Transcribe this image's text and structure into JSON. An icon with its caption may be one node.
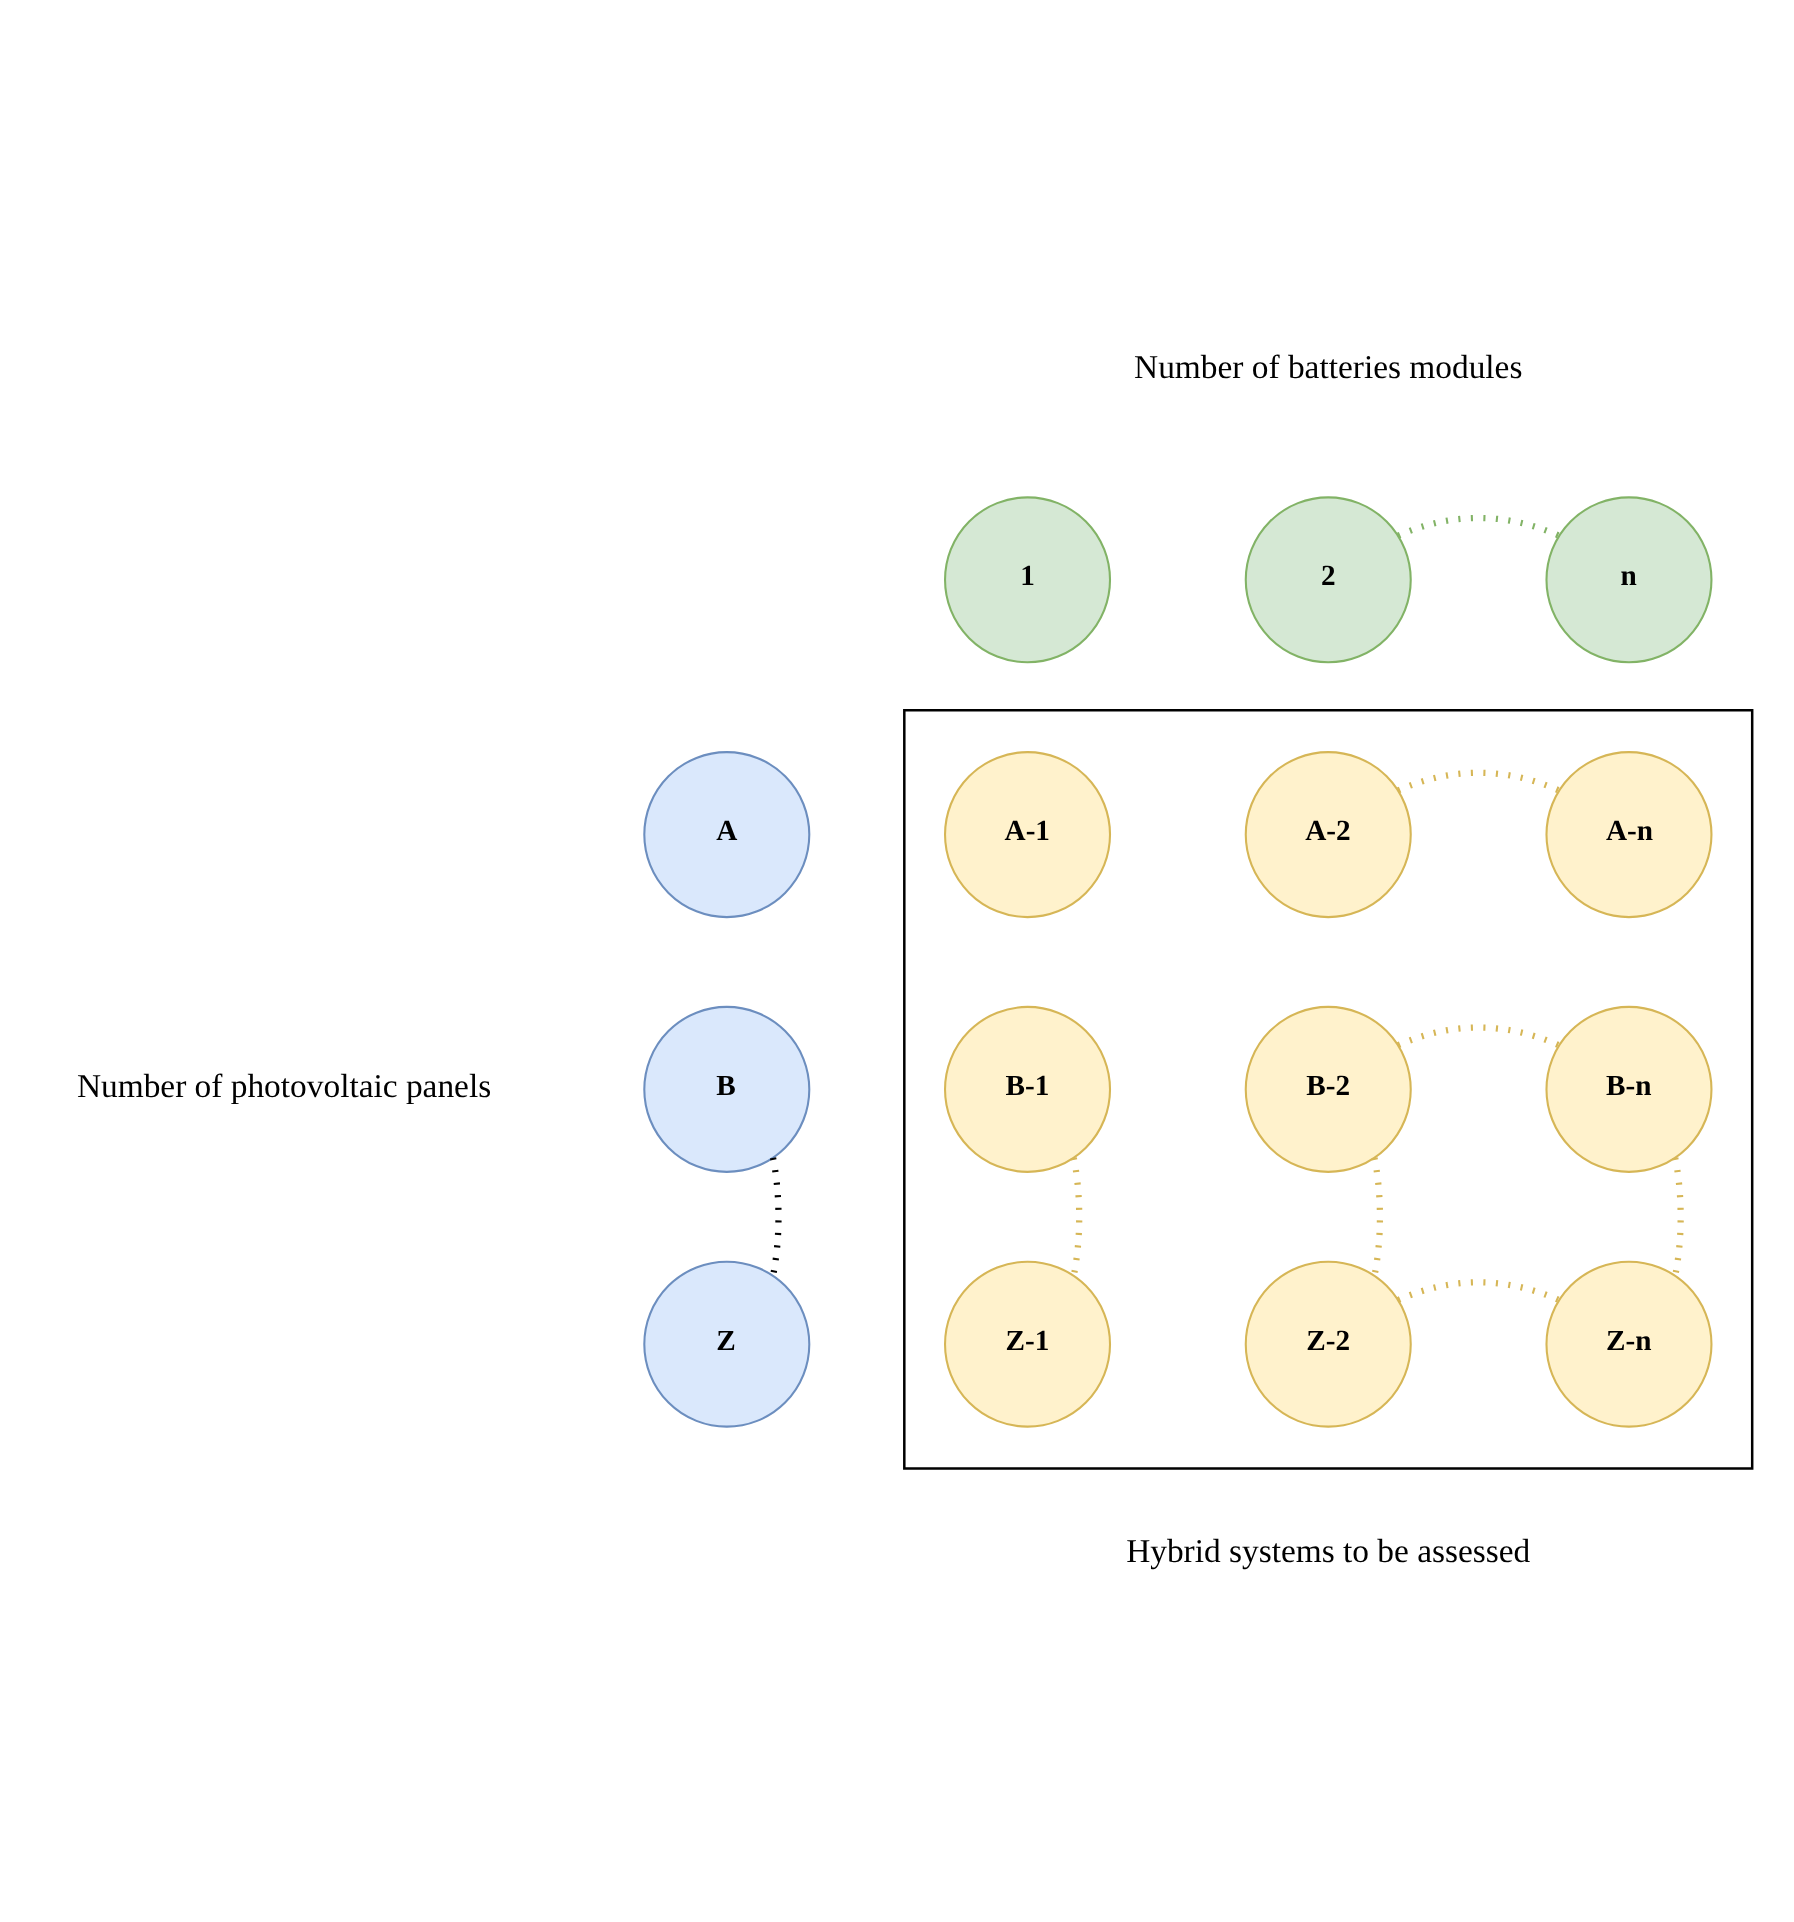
{
  "diagram": {
    "nodes": [
      {
        "text": [
          "1"
        ]
      },
      {
        "text": [
          "2"
        ]
      },
      {
        "text": [
          "n"
        ]
      },
      {
        "text": [
          "A"
        ]
      },
      {
        "text": [
          "B"
        ]
      },
      {
        "text": [
          "Z"
        ]
      },
      {
        "text": [],
        "shape": "box"
      },
      {
        "text": [
          "A-1"
        ],
        "in": 6
      },
      {
        "text": [
          "A-2"
        ],
        "in": 6
      },
      {
        "text": [
          "A-n"
        ],
        "in": 6
      },
      {
        "text": [
          "B-1"
        ],
        "in": 6
      },
      {
        "text": [
          "B-2"
        ],
        "in": 6
      },
      {
        "text": [
          "B-n"
        ],
        "in": 6
      },
      {
        "text": [
          "Z-1"
        ],
        "in": 6
      },
      {
        "text": [
          "Z-2"
        ],
        "in": 6
      },
      {
        "text": [
          "Z-n"
        ],
        "in": 6
      }
    ],
    "edges": [
      {
        "from": 1,
        "to": 2,
        "arrow": "none",
        "style": "dashed",
        "color": "#82b366"
      },
      {
        "from": 8,
        "to": 9,
        "arrow": "none",
        "style": "dashed"
      },
      {
        "from": 11,
        "to": 12,
        "arrow": "none",
        "style": "dashed"
      },
      {
        "from": 4,
        "to": 5,
        "arrow": "none",
        "style": "dashed",
        "color": "#000000"
      },
      {
        "from": 10,
        "to": 13,
        "arrow": "none",
        "style": "dashed"
      },
      {
        "from": 11,
        "to": 14,
        "arrow": "none",
        "style": "dashed"
      },
      {
        "from": 12,
        "to": 15,
        "arrow": "none",
        "style": "dashed"
      },
      {
        "from": 14,
        "to": 15,
        "arrow": "none",
        "style": "dashed"
      }
    ],
    "labels": [
      "Number of batteries modules",
      "Number of photovoltaic panels",
      "Hybrid systems to be assessed"
    ]
  }
}
